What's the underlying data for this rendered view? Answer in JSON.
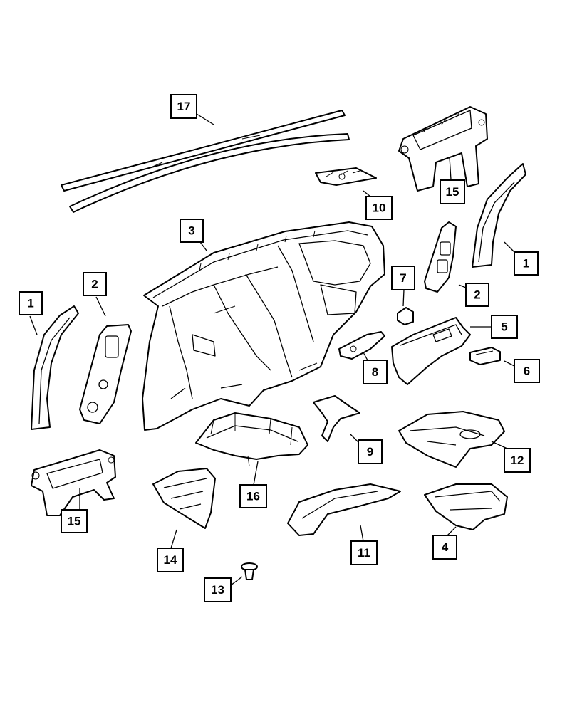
{
  "callouts": {
    "c17": "17",
    "c15a": "15",
    "c10": "10",
    "c3": "3",
    "c1a": "1",
    "c2a": "2",
    "c1b": "1",
    "c2b": "2",
    "c7": "7",
    "c5": "5",
    "c6": "6",
    "c8": "8",
    "c9": "9",
    "c12": "12",
    "c15b": "15",
    "c16": "16",
    "c14": "14",
    "c11": "11",
    "c4": "4",
    "c13": "13"
  }
}
